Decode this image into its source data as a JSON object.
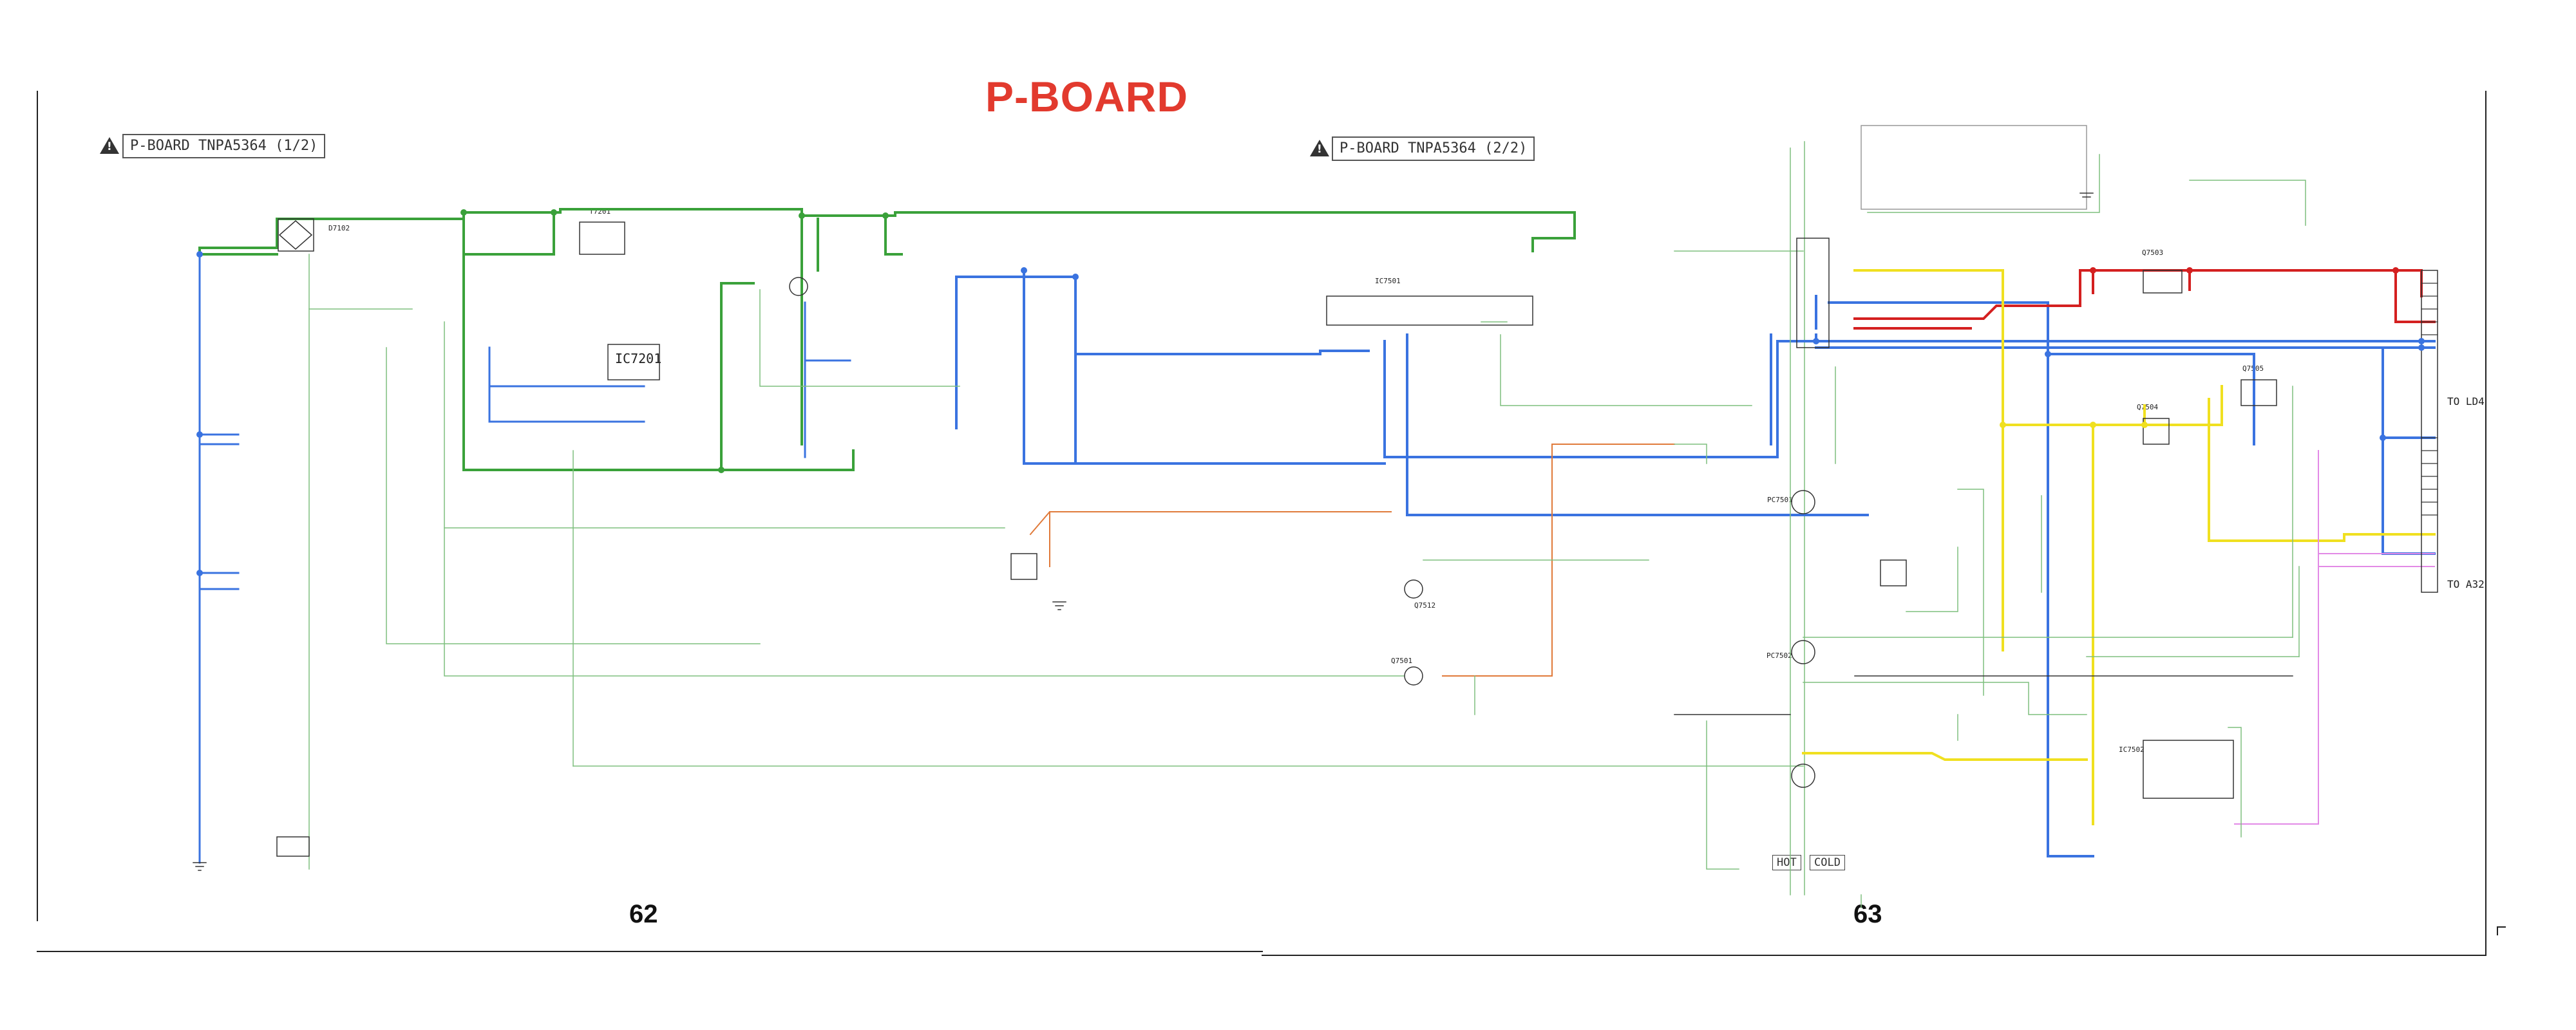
{
  "title": "P-BOARD",
  "left_sheet": {
    "board_label": "P-BOARD TNPA5364 (1/2)",
    "page_number": "62"
  },
  "right_sheet": {
    "board_label": "P-BOARD TNPA5364 (2/2)",
    "page_number": "63"
  },
  "connectors": {
    "top": "TO LD4",
    "bottom": "TO A32"
  },
  "isolation_labels": {
    "hot": "HOT",
    "cold": "COLD"
  },
  "components": {
    "ic7201": "IC7201",
    "t7201": "T7201",
    "ic7501": "IC7501",
    "pc7501": "PC7501",
    "pc7502": "PC7502",
    "ic7502": "IC7502",
    "q7503": "Q7503",
    "q7504": "Q7504",
    "q7505": "Q7505",
    "q7512": "Q7512",
    "q7501": "Q7501",
    "d7102": "D7102"
  },
  "colors": {
    "title": "#e23a2e",
    "wire_green": "#3aa13a",
    "wire_blue": "#3a73e0",
    "wire_red": "#d42020",
    "wire_yellow": "#f0e020",
    "wire_orange": "#e07a3a",
    "wire_pink": "#e28ae6",
    "wire_thin": "#7fbf7f"
  }
}
